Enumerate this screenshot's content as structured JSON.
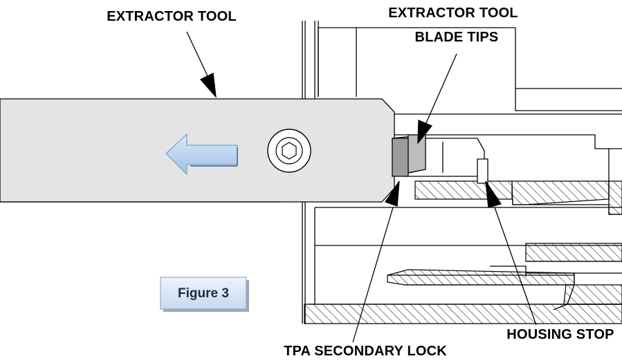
{
  "labels": {
    "extractor_tool": "EXTRACTOR TOOL",
    "blade_tips_line1": "EXTRACTOR TOOL",
    "blade_tips_line2": "BLADE TIPS",
    "housing_stop": "HOUSING STOP",
    "tpa_secondary_lock": "TPA SECONDARY LOCK"
  },
  "figure": {
    "label": "Figure 3"
  },
  "direction_arrow": {
    "meaning": "pull direction",
    "direction": "left"
  },
  "colors": {
    "tool_fill": "#e4e4e4",
    "blade_fill": "#a9a9a9",
    "arrow_fill": "#b9d3ef",
    "figure_badge_fill": "#d8e4f3",
    "line": "#000000"
  }
}
